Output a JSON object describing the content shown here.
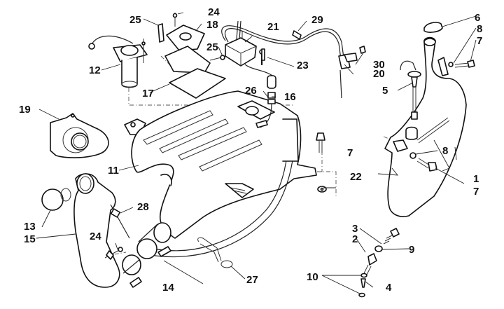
{
  "diagram": {
    "title": "",
    "background": "#ffffff",
    "ink": "#111111",
    "callouts": [
      {
        "id": "c1",
        "label": "1",
        "part": "oil-tank"
      },
      {
        "id": "c2",
        "label": "2",
        "part": "drain-union"
      },
      {
        "id": "c3",
        "label": "3",
        "part": "spring"
      },
      {
        "id": "c4",
        "label": "4",
        "part": "drain-plug"
      },
      {
        "id": "c5",
        "label": "5",
        "part": "level-sensor"
      },
      {
        "id": "c6",
        "label": "6",
        "part": "filler-cap"
      },
      {
        "id": "c7a",
        "label": "7",
        "part": "bolt-upper"
      },
      {
        "id": "c8a",
        "label": "8",
        "part": "washer-upper"
      },
      {
        "id": "c7b",
        "label": "7",
        "part": "bolt-center"
      },
      {
        "id": "c8b",
        "label": "8",
        "part": "washer-lower"
      },
      {
        "id": "c7c",
        "label": "7",
        "part": "bolt-lower"
      },
      {
        "id": "c9",
        "label": "9",
        "part": "union-nut"
      },
      {
        "id": "c10",
        "label": "10",
        "part": "sealing-washers"
      },
      {
        "id": "c11",
        "label": "11",
        "part": "fuel-tank"
      },
      {
        "id": "c12",
        "label": "12",
        "part": "fuel-pump"
      },
      {
        "id": "c13",
        "label": "13",
        "part": "fuel-cap"
      },
      {
        "id": "c14",
        "label": "14",
        "part": "hose-clamp"
      },
      {
        "id": "c15",
        "label": "15",
        "part": "filler-neck"
      },
      {
        "id": "c16",
        "label": "16",
        "part": "fuel-filter"
      },
      {
        "id": "c17",
        "label": "17",
        "part": "bracket-plate"
      },
      {
        "id": "c18",
        "label": "18",
        "part": "bracket-cover"
      },
      {
        "id": "c19",
        "label": "19",
        "part": "heat-shield"
      },
      {
        "id": "c20",
        "label": "20",
        "part": "valve"
      },
      {
        "id": "c21",
        "label": "21",
        "part": "control-unit"
      },
      {
        "id": "c22",
        "label": "22",
        "part": "rubber-grommet"
      },
      {
        "id": "c23",
        "label": "23",
        "part": "screw"
      },
      {
        "id": "c24a",
        "label": "24",
        "part": "screw-top"
      },
      {
        "id": "c24b",
        "label": "24",
        "part": "screw-neck"
      },
      {
        "id": "c25a",
        "label": "25",
        "part": "bolt-bracket-left"
      },
      {
        "id": "c25b",
        "label": "25",
        "part": "bolt-bracket-right"
      },
      {
        "id": "c26",
        "label": "26",
        "part": "hose-clip"
      },
      {
        "id": "c27",
        "label": "27",
        "part": "retaining-strap"
      },
      {
        "id": "c28",
        "label": "28",
        "part": "breather-clip"
      },
      {
        "id": "c29",
        "label": "29",
        "part": "hose-clamp-small"
      },
      {
        "id": "c30",
        "label": "30",
        "part": "spring-clip"
      }
    ]
  }
}
